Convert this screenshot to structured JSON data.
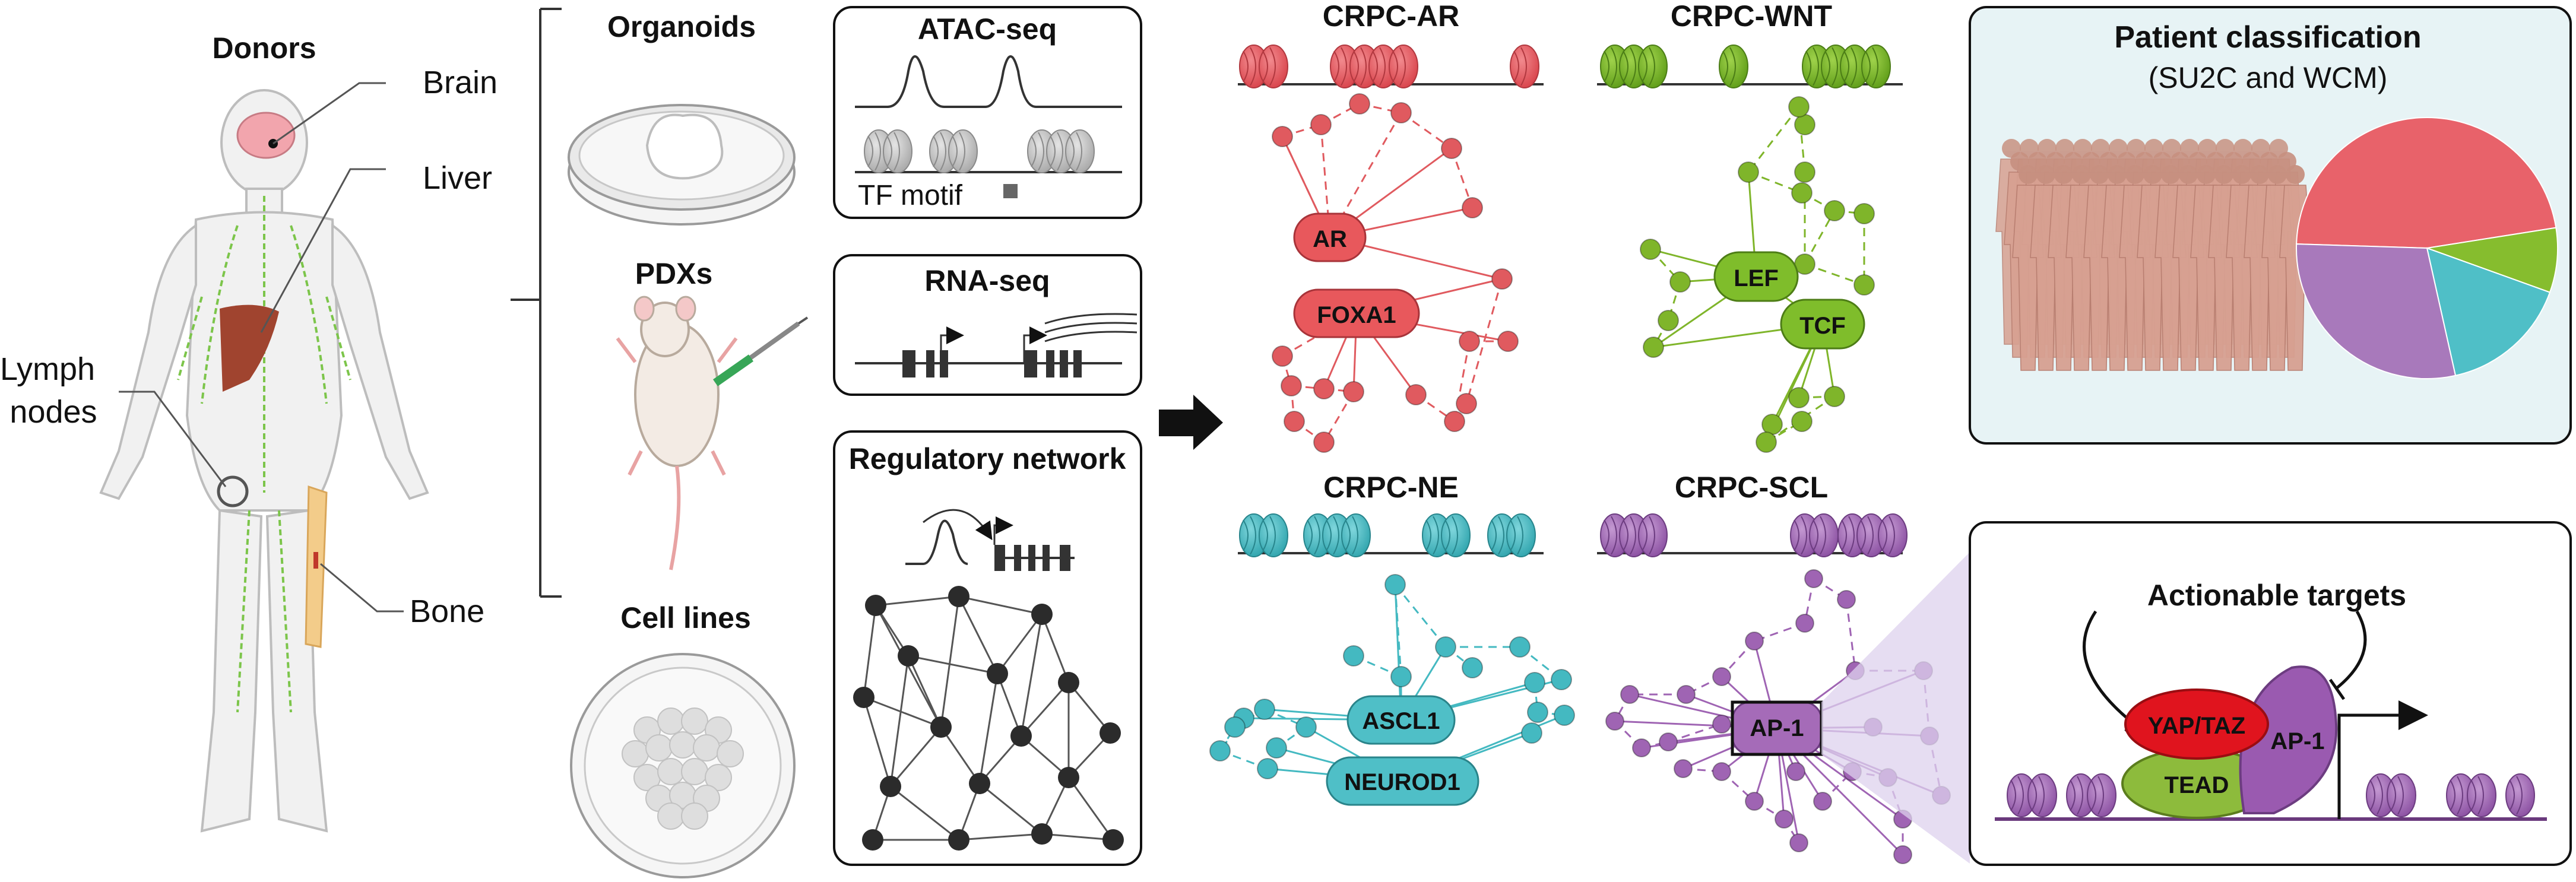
{
  "donors": {
    "title": "Donors",
    "labels": {
      "brain": "Brain",
      "liver": "Liver",
      "lymph_line1": "Lymph",
      "lymph_line2": "nodes",
      "bone": "Bone"
    }
  },
  "models": {
    "organoids": "Organoids",
    "pdxs": "PDXs",
    "cell_lines": "Cell lines"
  },
  "assays": {
    "atac_title": "ATAC-seq",
    "atac_motif": "TF motif",
    "rna_title": "RNA-seq",
    "reg_title": "Regulatory network"
  },
  "subtypes": {
    "ar": {
      "title": "CRPC-AR",
      "nodes": [
        "AR",
        "FOXA1"
      ],
      "color": "#e8585c"
    },
    "wnt": {
      "title": "CRPC-WNT",
      "nodes": [
        "LEF",
        "TCF"
      ],
      "color": "#7fbd2b"
    },
    "ne": {
      "title": "CRPC-NE",
      "nodes": [
        "ASCL1",
        "NEUROD1"
      ],
      "color": "#4fbfc7"
    },
    "scl": {
      "title": "CRPC-SCL",
      "nodes": [
        "AP-1"
      ],
      "color": "#a56bb8"
    }
  },
  "classification": {
    "title": "Patient classification",
    "subtitle": "(SU2C and WCM)",
    "pie_fractions": {
      "ar": 0.47,
      "scl": 0.29,
      "ne": 0.16,
      "wnt": 0.08
    },
    "colors": {
      "ar": "#e8626a",
      "scl": "#a879bb",
      "ne": "#4fbfc7",
      "wnt": "#86bd2e"
    }
  },
  "targets": {
    "title": "Actionable targets",
    "yap": "YAP/TAZ",
    "ap1": "AP-1",
    "tead": "TEAD"
  }
}
